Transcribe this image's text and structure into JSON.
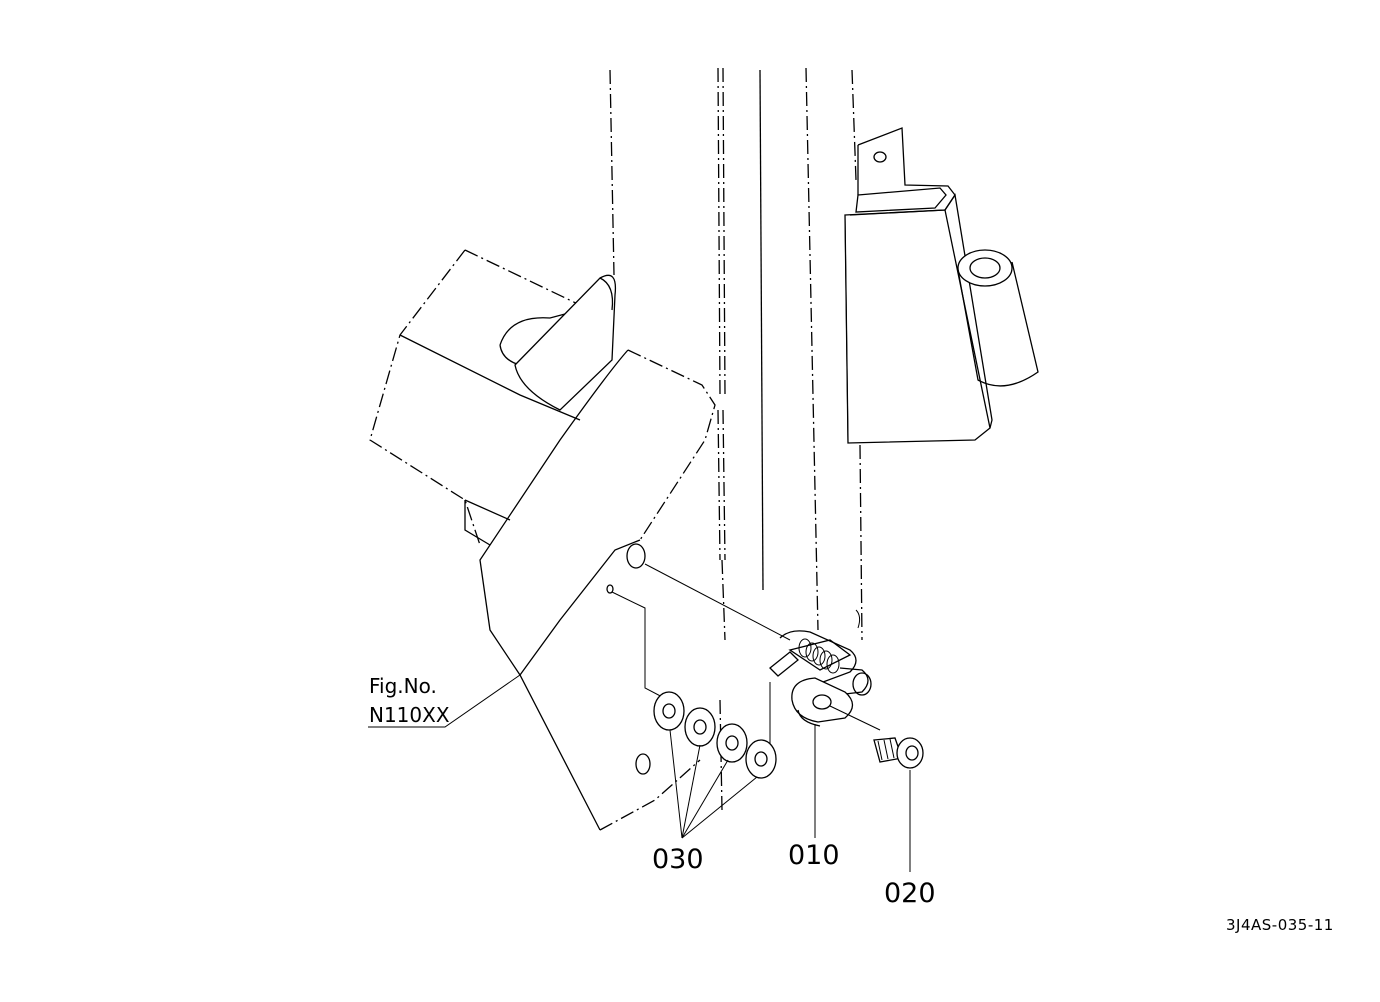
{
  "figure_ref": {
    "line1": "Fig.No.",
    "line2": "N110XX"
  },
  "callouts": {
    "part_010": "010",
    "part_020": "020",
    "part_030": "030"
  },
  "drawing_code": "3J4AS-035-11"
}
